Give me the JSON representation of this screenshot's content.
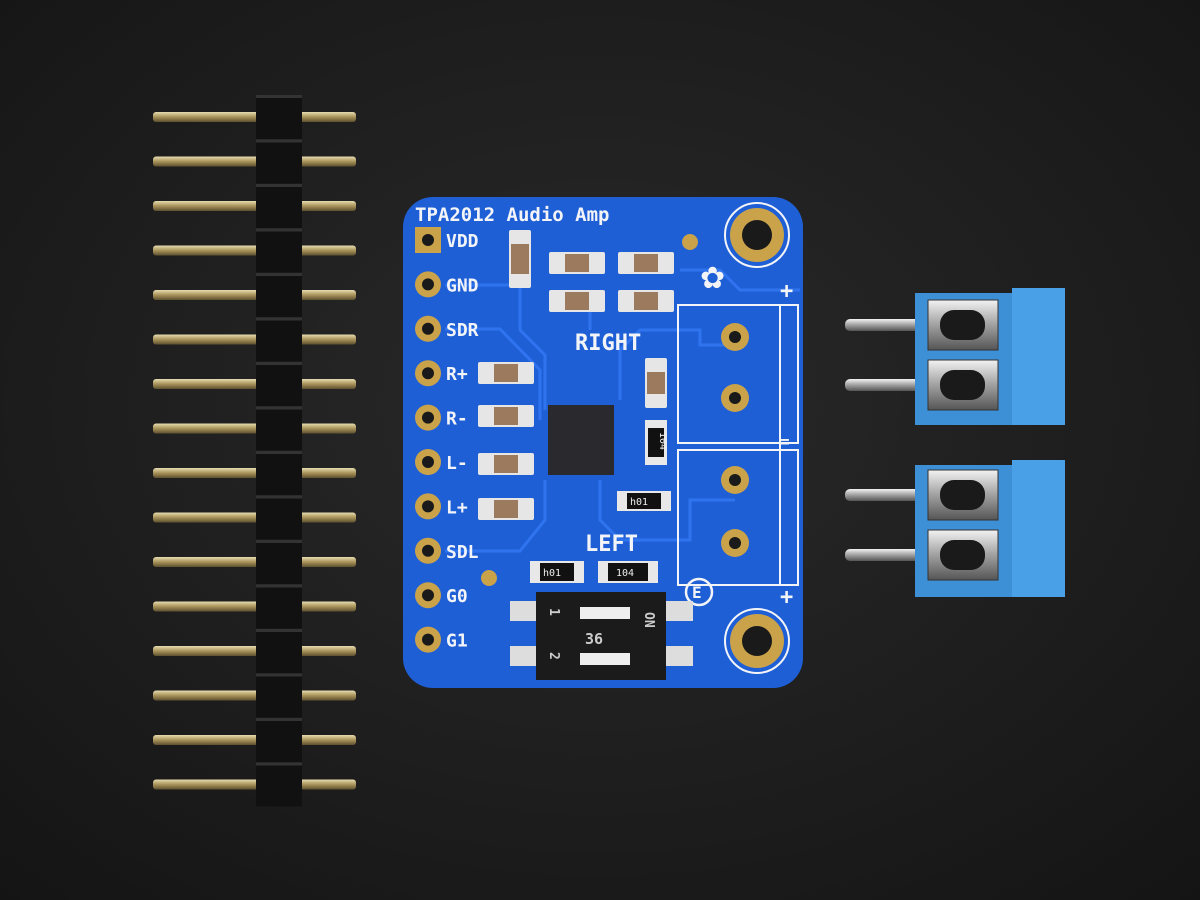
{
  "board": {
    "title": "TPA2012 Audio Amp",
    "pins": [
      "VDD",
      "GND",
      "SDR",
      "R+",
      "R-",
      "L-",
      "L+",
      "SDL",
      "G0",
      "G1"
    ],
    "right_label": "RIGHT",
    "left_label": "LEFT",
    "plus": "+",
    "minus": "=",
    "resistor_code": "104",
    "resistor_code_flipped": "h01",
    "switch": {
      "on_label": "ON",
      "pos1": "1",
      "pos2": "2",
      "number": "36"
    },
    "e_mark": "E"
  },
  "colors": {
    "background": "#1c1c1c",
    "pcb_blue": "#1f5fd6",
    "trace_blue": "#2f74ee",
    "gold": "#c9a24a",
    "terminal_blue": "#3d8fd6",
    "header_black": "#111111"
  },
  "header_pin_count": 16
}
